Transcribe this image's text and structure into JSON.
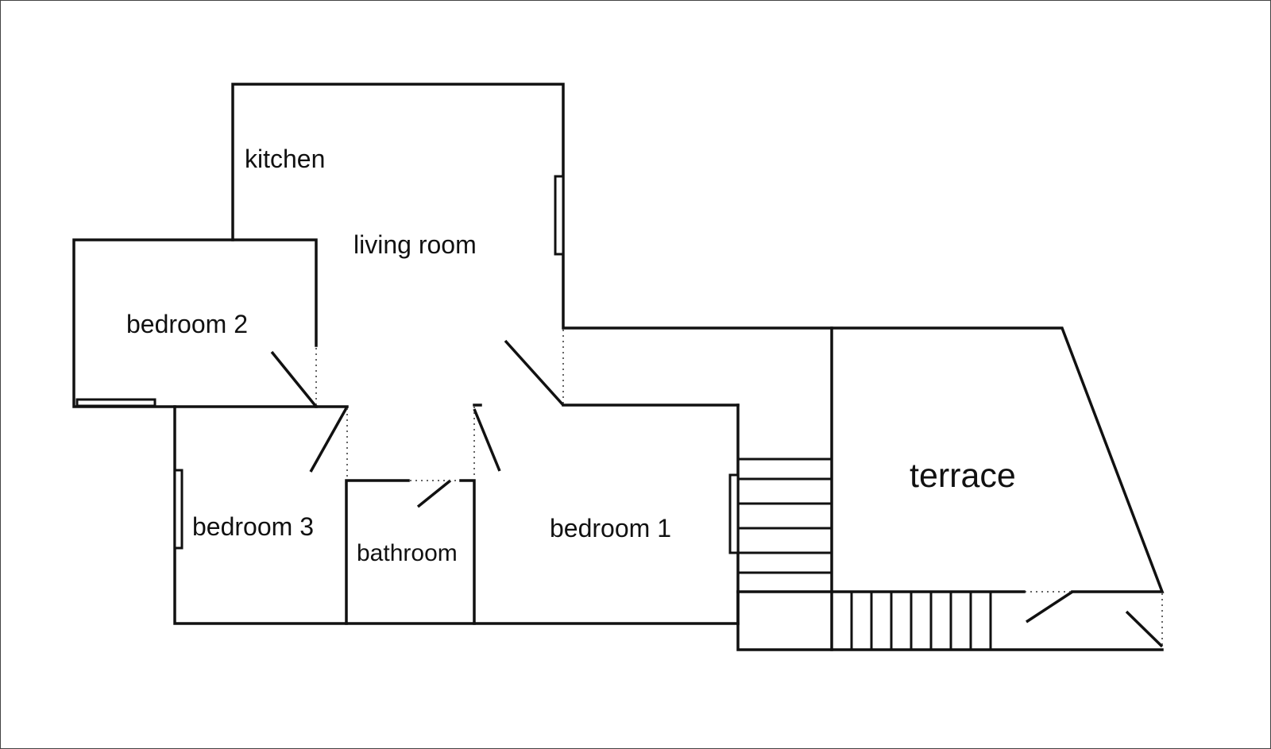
{
  "rooms": {
    "kitchen": "kitchen",
    "living_room": "living room",
    "bedroom_2": "bedroom 2",
    "bedroom_3": "bedroom 3",
    "bathroom": "bathroom",
    "bedroom_1": "bedroom 1",
    "terrace": "terrace"
  },
  "colors": {
    "lines": "#111111",
    "background": "#ffffff",
    "border": "#444444"
  }
}
